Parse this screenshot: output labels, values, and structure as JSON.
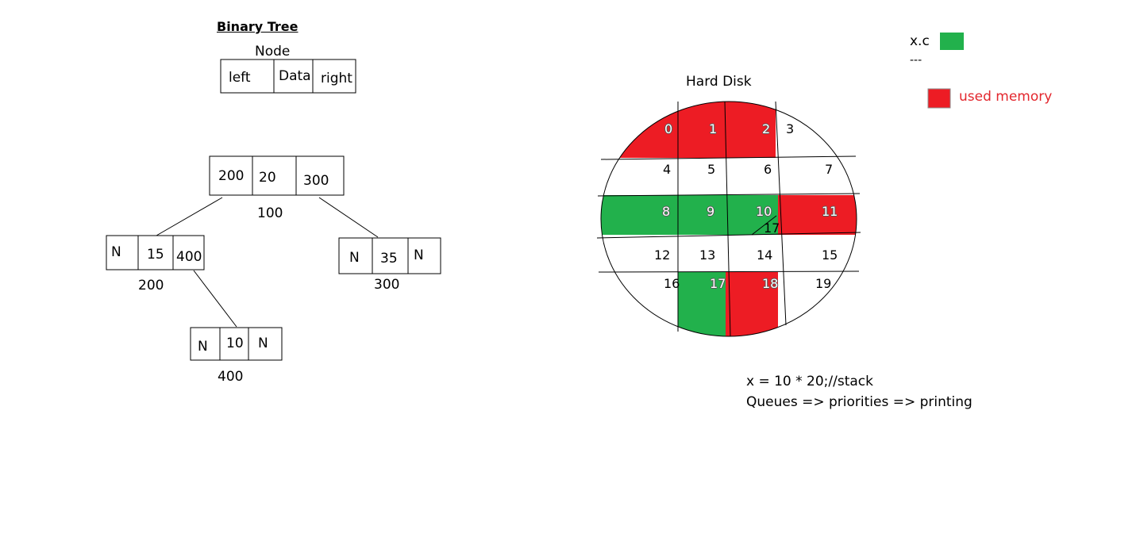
{
  "tree": {
    "title": "Binary Tree",
    "legend_caption": "Node",
    "legend_fields": [
      "left",
      "Data",
      "right"
    ],
    "root": {
      "fields": [
        "200",
        "20",
        "300"
      ],
      "address": "100"
    },
    "left_child": {
      "fields": [
        "N",
        "15",
        "400"
      ],
      "address": "200"
    },
    "right_child": {
      "fields": [
        "N",
        "35",
        "N"
      ],
      "address": "300"
    },
    "grandchild": {
      "fields": [
        "N",
        "10",
        "N"
      ],
      "address": "400"
    }
  },
  "disk": {
    "title": "Hard Disk",
    "blocks": [
      {
        "label": "0",
        "state": "used"
      },
      {
        "label": "1",
        "state": "used"
      },
      {
        "label": "2",
        "state": "used"
      },
      {
        "label": "3",
        "state": "free"
      },
      {
        "label": "4",
        "state": "free"
      },
      {
        "label": "5",
        "state": "free"
      },
      {
        "label": "6",
        "state": "free"
      },
      {
        "label": "7",
        "state": "free"
      },
      {
        "label": "8",
        "state": "file"
      },
      {
        "label": "9",
        "state": "file"
      },
      {
        "label": "10",
        "state": "file"
      },
      {
        "label": "11",
        "state": "used"
      },
      {
        "label": "12",
        "state": "free"
      },
      {
        "label": "13",
        "state": "free"
      },
      {
        "label": "14",
        "state": "free"
      },
      {
        "label": "15",
        "state": "free"
      },
      {
        "label": "16",
        "state": "free"
      },
      {
        "label": "17",
        "state": "file"
      },
      {
        "label": "18",
        "state": "used"
      },
      {
        "label": "19",
        "state": "free"
      }
    ],
    "pointer_label": "17"
  },
  "legend": {
    "file_label": "x.c",
    "file_dashes": "---",
    "used_label": "used memory",
    "colors": {
      "file": "#22b14c",
      "used": "#ed1c24",
      "line": "#000000"
    }
  },
  "notes": {
    "line1": "x = 10 * 20;//stack",
    "line2": "Queues => priorities => printing"
  }
}
